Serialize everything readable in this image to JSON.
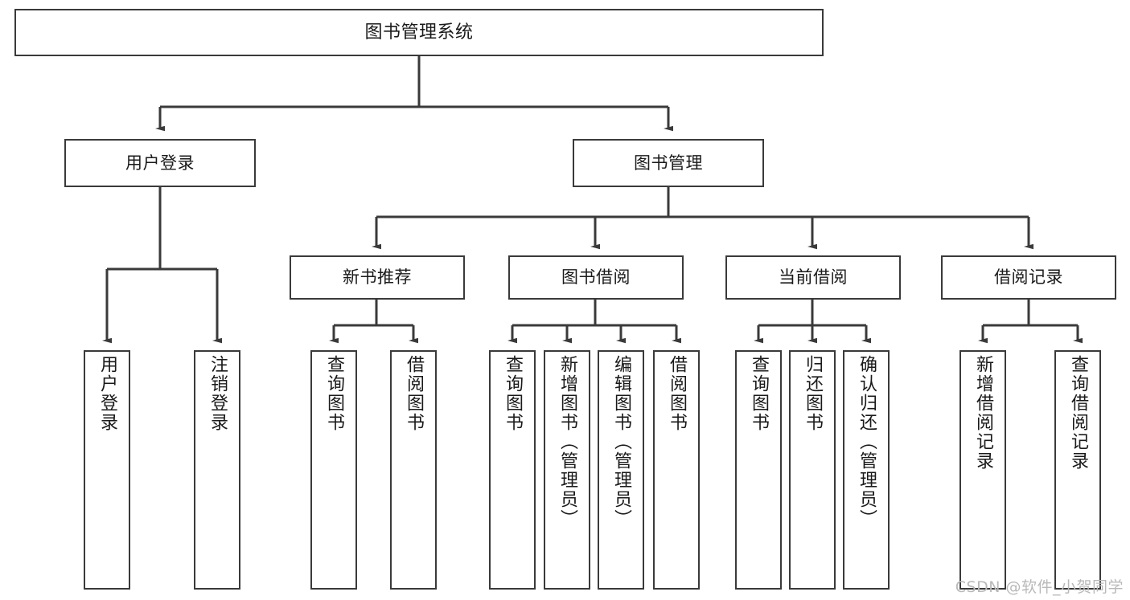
{
  "diagram": {
    "title": "图书管理系统",
    "watermark": "CSDN @软件_小贺同学",
    "levels": {
      "root": {
        "label": "图书管理系统"
      },
      "level2": [
        {
          "label": "用户登录"
        },
        {
          "label": "图书管理"
        }
      ],
      "level3": [
        {
          "label": "新书推荐"
        },
        {
          "label": "图书借阅"
        },
        {
          "label": "当前借阅"
        },
        {
          "label": "借阅记录"
        }
      ],
      "leaves": {
        "user_login": [
          {
            "label": "用户登录"
          },
          {
            "label": "注销登录"
          }
        ],
        "new_book_recommend": [
          {
            "label": "查询图书"
          },
          {
            "label": "借阅图书"
          }
        ],
        "book_borrow": [
          {
            "label": "查询图书"
          },
          {
            "label": "新增图书（管理员）"
          },
          {
            "label": "编辑图书（管理员）"
          },
          {
            "label": "借阅图书"
          }
        ],
        "current_borrow": [
          {
            "label": "查询图书"
          },
          {
            "label": "归还图书"
          },
          {
            "label": "确认归还（管理员）"
          }
        ],
        "borrow_record": [
          {
            "label": "新增借阅记录"
          },
          {
            "label": "查询借阅记录"
          }
        ]
      }
    },
    "colors": {
      "stroke": "#3a3a3a",
      "fill": "#ffffff",
      "text": "#1a1a1a",
      "watermark": "#b9b9b9"
    }
  }
}
